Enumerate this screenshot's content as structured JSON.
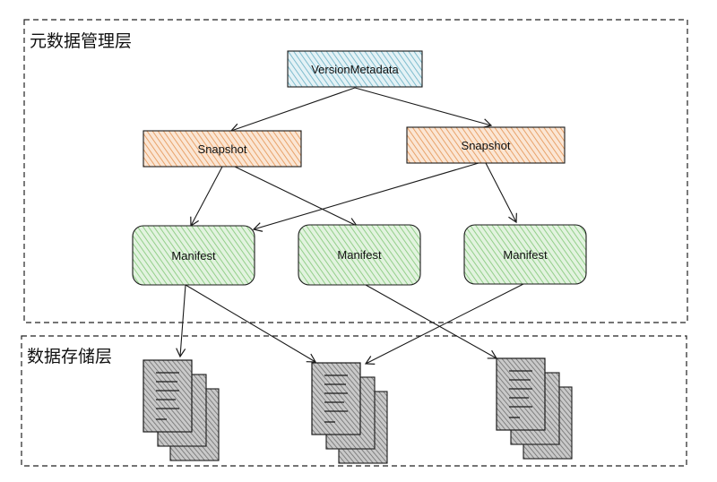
{
  "layers": {
    "metadata": "元数据管理层",
    "storage": "数据存储层"
  },
  "nodes": {
    "version_metadata": "VersionMetadata",
    "snapshot_1": "Snapshot",
    "snapshot_2": "Snapshot",
    "manifest_1": "Manifest",
    "manifest_2": "Manifest",
    "manifest_3": "Manifest"
  },
  "colors": {
    "version_metadata_fill": "#a8d3de",
    "snapshot_fill": "#f2bf94",
    "manifest_fill": "#b6dfb0",
    "file_fill": "#9a9a9a",
    "stroke": "#1a1a1a"
  },
  "icons": [
    "data-file-stack-icon",
    "data-file-stack-icon",
    "data-file-stack-icon"
  ]
}
